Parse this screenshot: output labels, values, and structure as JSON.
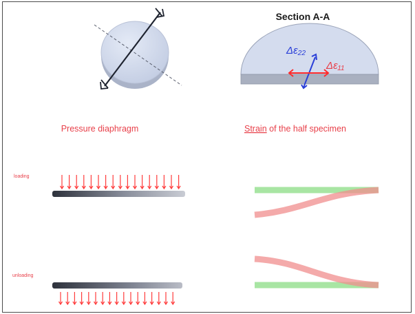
{
  "section_title": "Section A-A",
  "symbols": {
    "strain_22": "Δε₂₂",
    "strain_11": "Δε₁₁"
  },
  "captions": {
    "left": "Pressure diaphragm",
    "right_underlined": "Strain",
    "right_rest": " of the half specimen"
  },
  "labels": {
    "loading": "loading",
    "unloading": "unloading"
  },
  "colors": {
    "caption_red": "#e8404a",
    "arrow_red": "#ff2a2a",
    "arrow_blue": "#2a3fd8",
    "green_band": "#9fe39a",
    "red_band": "#f4a0a0",
    "disk_fill": "#d4dcee",
    "plate_dark": "#3a3e4a"
  }
}
